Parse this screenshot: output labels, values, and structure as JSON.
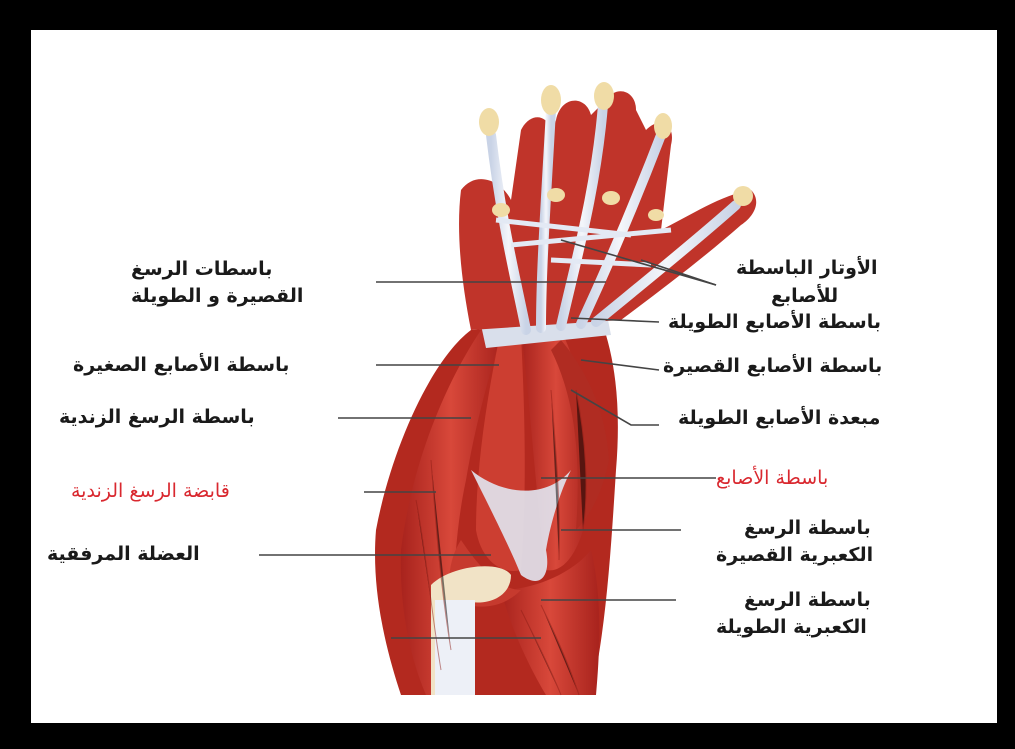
{
  "colors": {
    "background": "#000000",
    "panel": "#ffffff",
    "muscle": "#c8372d",
    "tendon": "#dfe6f2",
    "label_text": "#1a1a1a",
    "highlight_text": "#d9282f"
  },
  "labels": {
    "ext_carpi_radiales_group": {
      "line1": "باسطات الرسغ",
      "line2": "القصيرة و الطويلة"
    },
    "ext_digiti_minimi": "باسطة الأصابع الصغيرة",
    "ext_carpi_ulnaris": "باسطة الرسغ الزندية",
    "flex_carpi_ulnaris": "قابضة الرسغ الزندية",
    "anconeus": "العضلة المرفقية",
    "extensor_tendons": {
      "line1": "الأوتار الباسطة",
      "line2": "للأصابع"
    },
    "ext_pollicis_longus": "باسطة الأصابع الطويلة",
    "ext_pollicis_brevis": "باسطة الأصابع القصيرة",
    "abd_pollicis_longus": "مبعدة الأصابع الطويلة",
    "ext_digitorum": "باسطة الأصابع",
    "ext_carpi_rad_brevis": {
      "line1": "باسطة الرسغ",
      "line2": "الكعبرية القصيرة"
    },
    "ext_carpi_rad_longus": {
      "line1": "باسطة الرسغ",
      "line2": "الكعبرية الطويلة"
    }
  }
}
